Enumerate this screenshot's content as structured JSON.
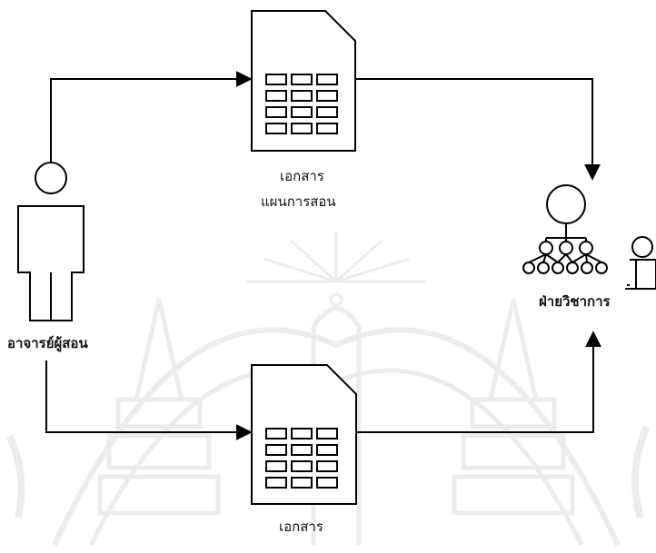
{
  "diagram": {
    "nodes": {
      "teacher": {
        "label": "อาจารย์ผู้สอน",
        "icon": "person-icon"
      },
      "doc_top": {
        "line1": "เอกสาร",
        "line2": "แผนการสอน",
        "icon": "document-table-icon"
      },
      "doc_bottom": {
        "line1": "เอกสาร",
        "icon": "document-table-icon"
      },
      "academic": {
        "label": "ฝ่ายวิชาการ",
        "icon": "org-chart-icon"
      }
    },
    "edges": [
      {
        "from": "teacher",
        "to": "doc_top"
      },
      {
        "from": "doc_top",
        "to": "academic"
      },
      {
        "from": "teacher",
        "to": "doc_bottom"
      },
      {
        "from": "doc_bottom",
        "to": "academic"
      }
    ],
    "watermark": "university-seal-watermark"
  }
}
